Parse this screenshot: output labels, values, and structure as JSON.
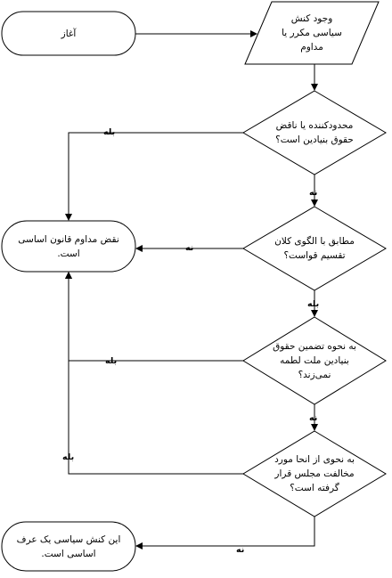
{
  "nodes": {
    "start": "آغاز",
    "input": "وجود کنش\nسیاسی مکرر یا\nمداوم",
    "q1": "محدودکننده یا ناقض\nحقوق بنیادین است؟",
    "q2": "مطابق با الگوی کلان\nتقسیم قواست؟",
    "q3": "به نحوه تضمین حقوق\nبنیادین ملت لطمه\nنمی‌زند؟",
    "q4": "به نحوی از انحا مورد\nمخالفت مجلس قرار\nگرفته است؟",
    "violation": "نقض مداوم قانون اساسی\nاست.",
    "convention": "این کنش سیاسی یک عرف\nاساسی است."
  },
  "edges": {
    "yes": "بله",
    "no": "نه"
  }
}
